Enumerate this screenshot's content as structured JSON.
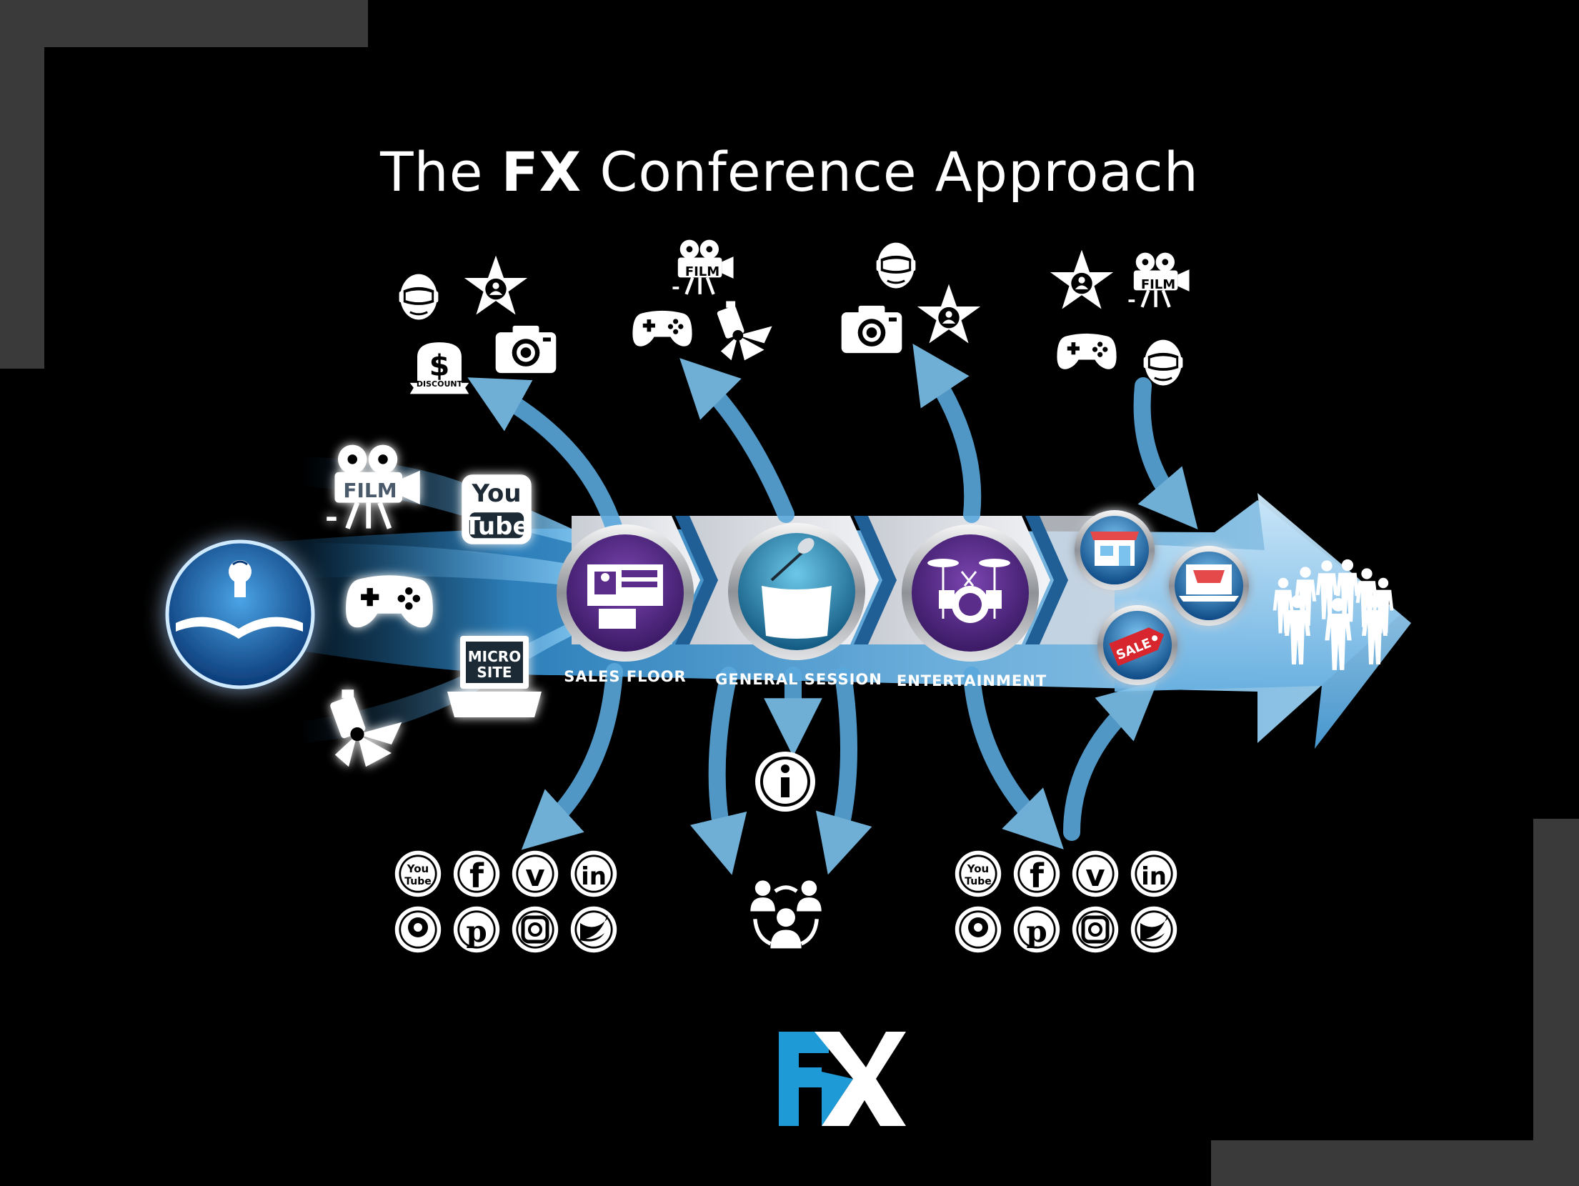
{
  "title": {
    "prefix": "The",
    "brand": "FX",
    "suffix": "Conference Approach"
  },
  "stages": [
    {
      "label": "SALES FLOOR"
    },
    {
      "label": "GENERAL SESSION"
    },
    {
      "label": "ENTERTAINMENT"
    }
  ],
  "input_badges": {
    "film": "FILM",
    "youtube_top": "You",
    "youtube_bottom": "Tube",
    "microsite_top": "MICRO",
    "microsite_bottom": "SITE"
  },
  "icon_labels": {
    "film": "FILM",
    "discount": "DISCOUNT",
    "sale": "SALE",
    "youtube_top": "You",
    "youtube_bottom": "Tube"
  },
  "colors": {
    "background": "#000000",
    "flow_blue": "#6fb6e6",
    "stage_purple": "#5a2d8a",
    "stage_teal": "#2a8fb5",
    "logo_blue": "#1e9ad6",
    "frame_gray": "#3a3a3a"
  }
}
